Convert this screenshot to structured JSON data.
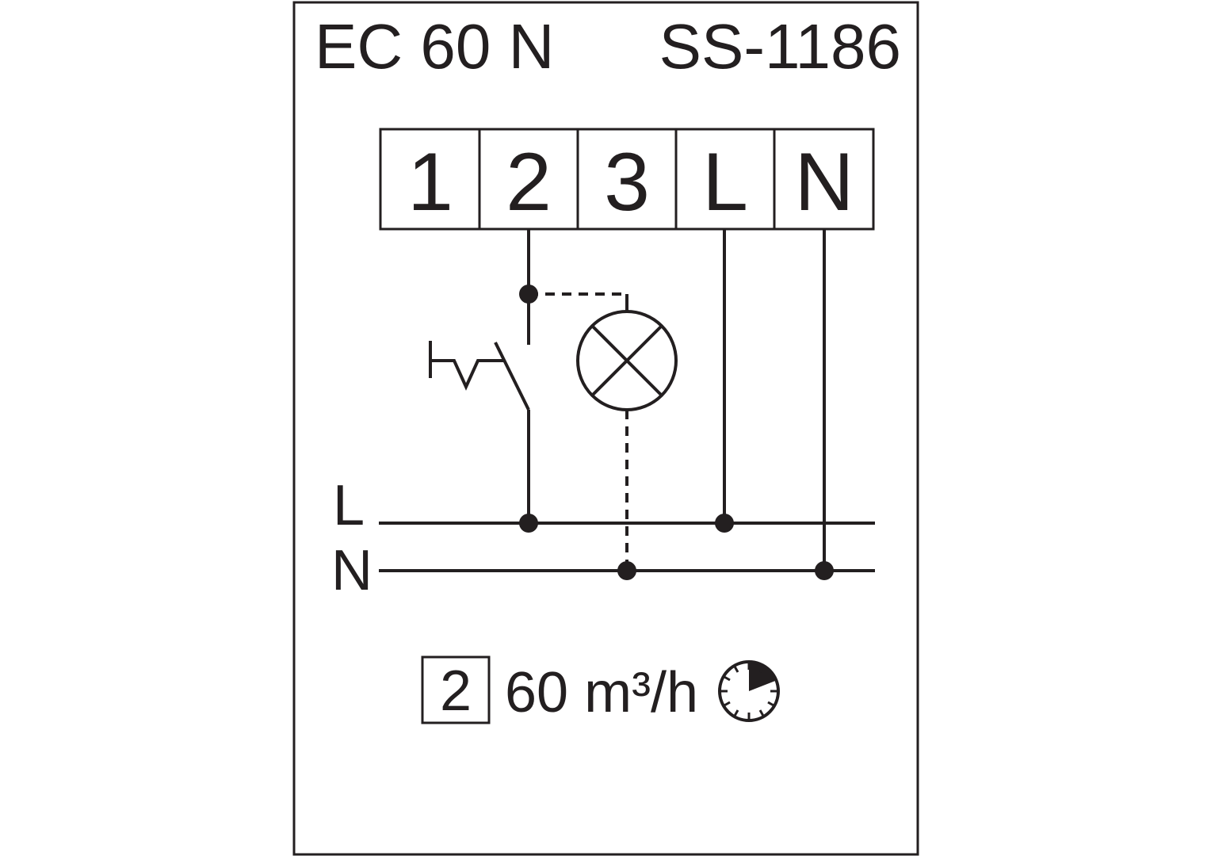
{
  "header": {
    "model": "EC 60 N",
    "code": "SS-1186"
  },
  "terminals": [
    "1",
    "2",
    "3",
    "L",
    "N"
  ],
  "bus_labels": {
    "line": "L",
    "neutral": "N"
  },
  "footer": {
    "speed_step": "2",
    "airflow": "60 m³/h",
    "icon": "timer-clock-icon"
  },
  "colors": {
    "ink": "#231f20",
    "background": "#ffffff"
  }
}
